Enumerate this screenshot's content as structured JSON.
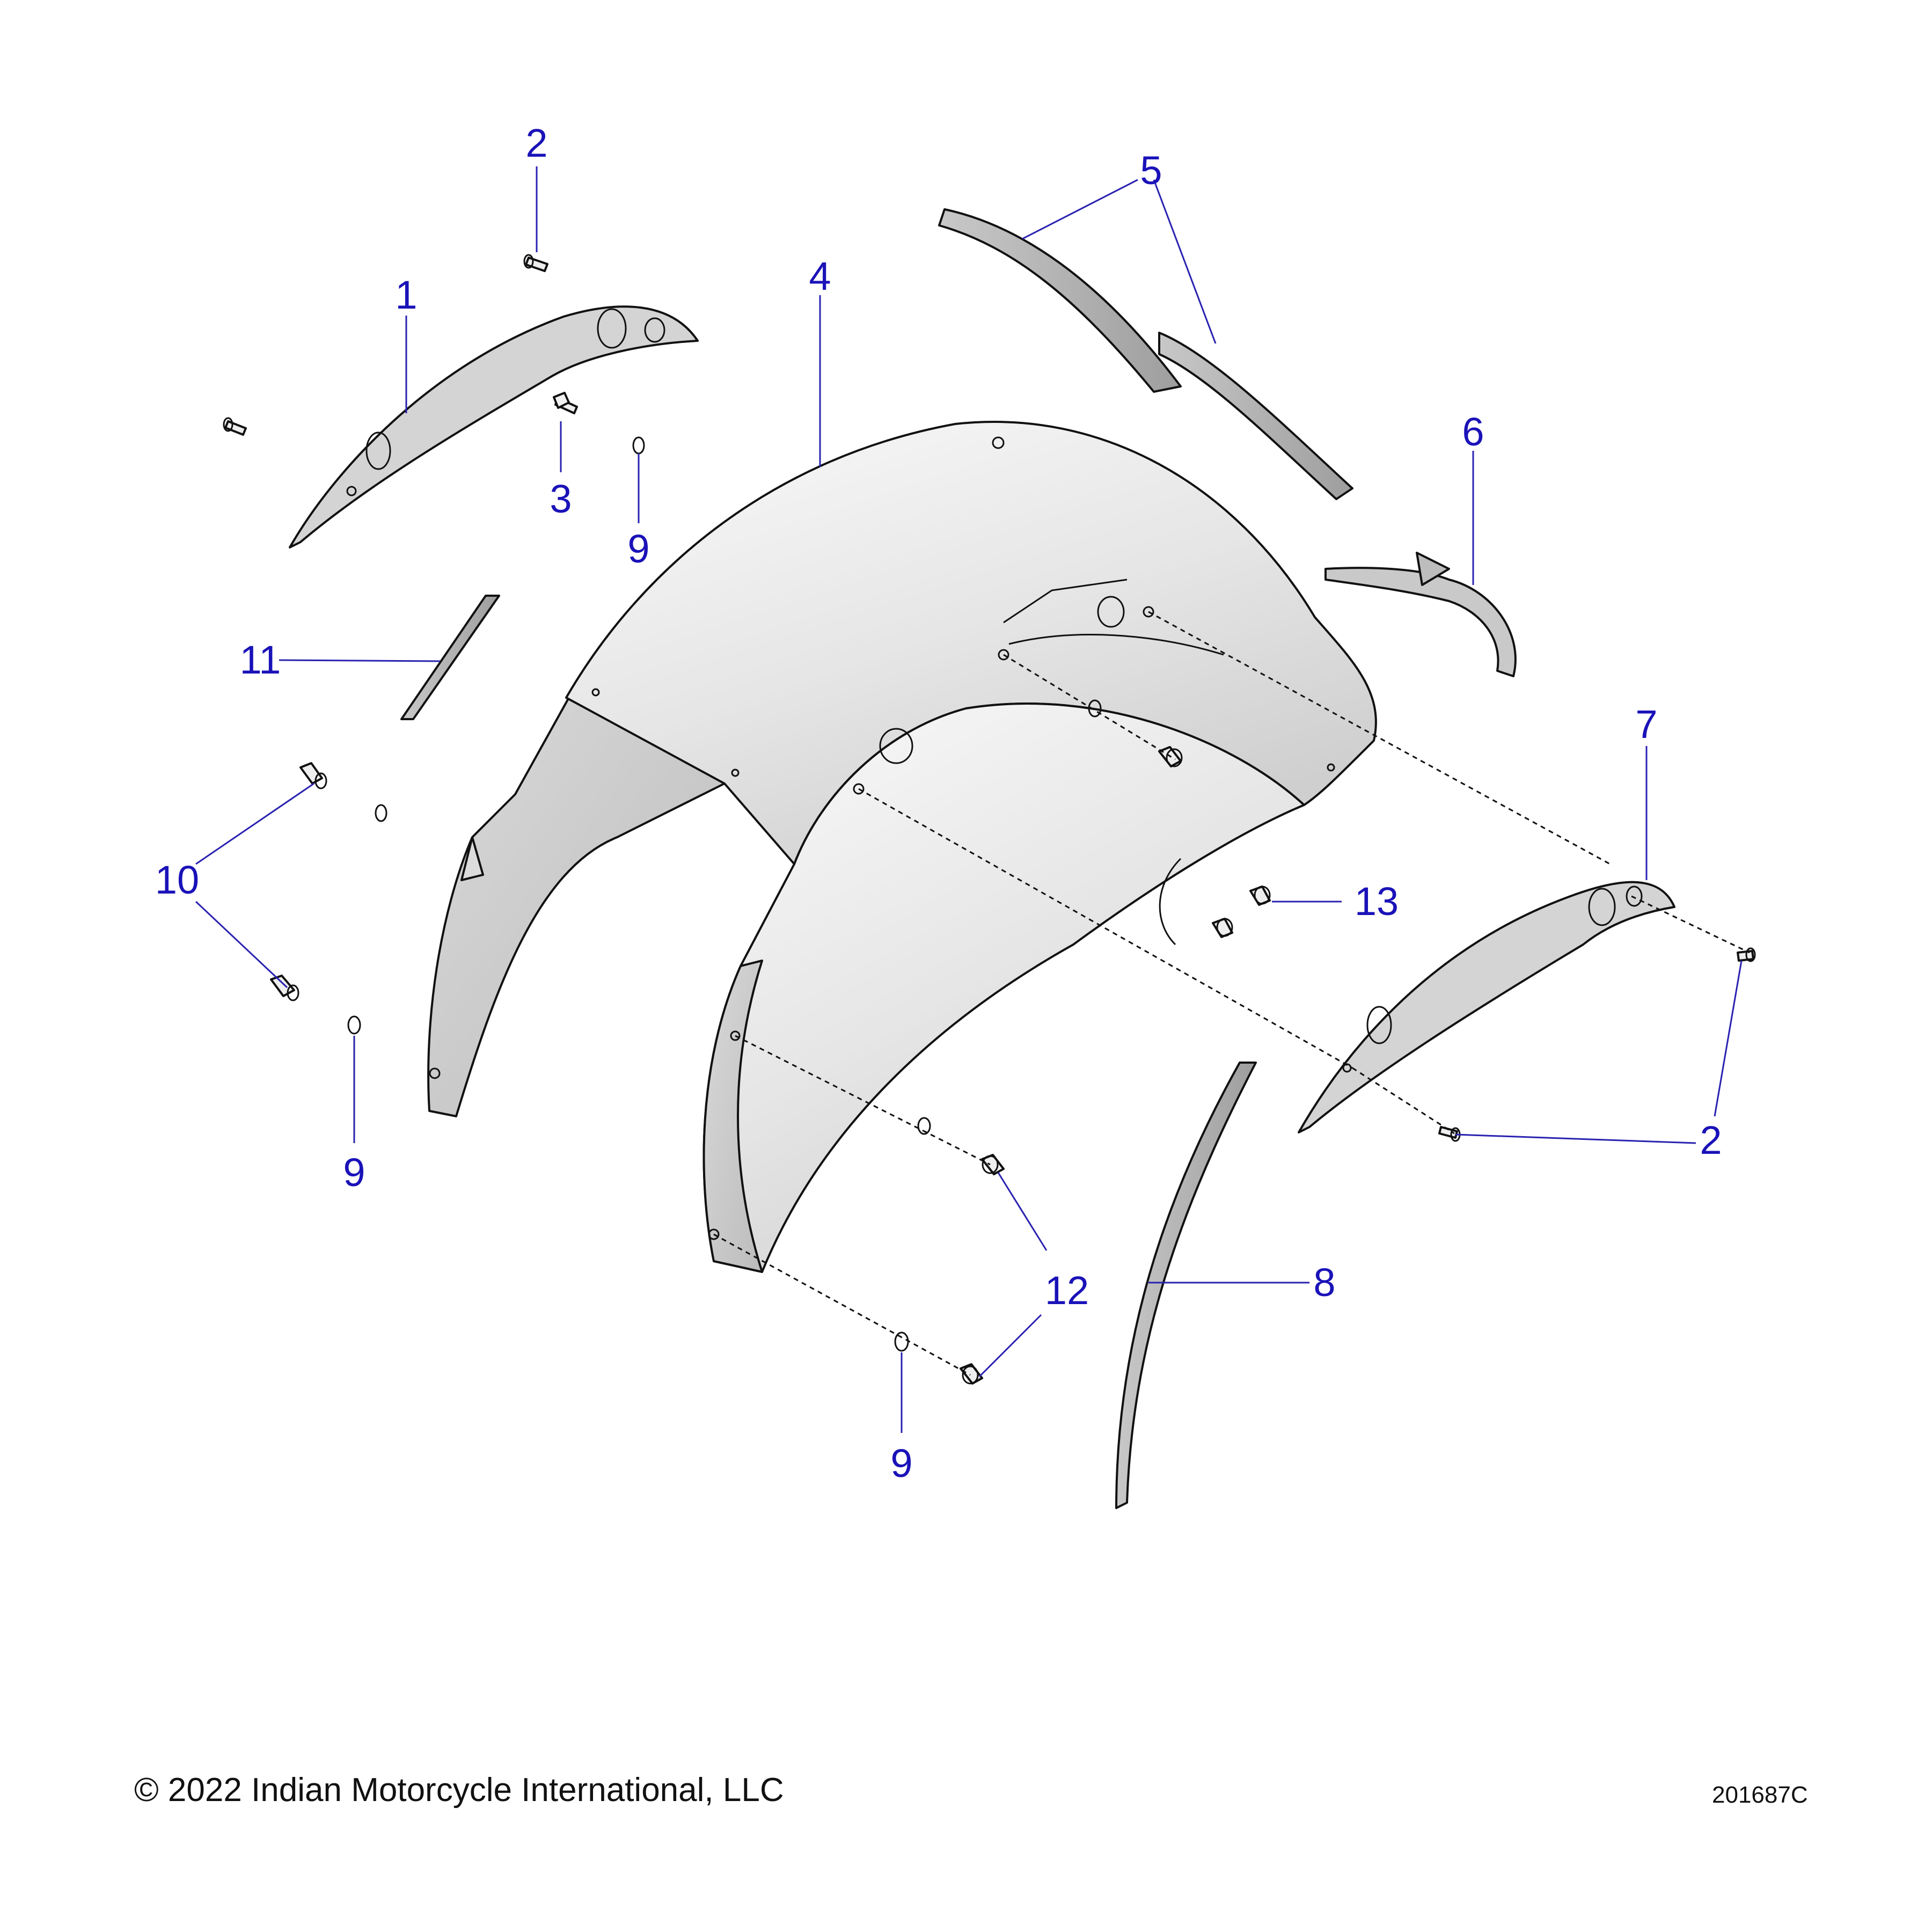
{
  "callouts": {
    "c1": "1",
    "c2_top": "2",
    "c2_right": "2",
    "c3": "3",
    "c4": "4",
    "c5": "5",
    "c6": "6",
    "c7": "7",
    "c8": "8",
    "c9_top": "9",
    "c9_left": "9",
    "c9_bottom": "9",
    "c10": "10",
    "c11": "11",
    "c12": "12",
    "c13": "13"
  },
  "footer": {
    "copyright": "© 2022 Indian Motorcycle International, LLC",
    "drawing_number": "201687C"
  },
  "colors": {
    "callout": "#1a12b8",
    "line": "#111111",
    "part_fill": "#e9e9e9"
  }
}
